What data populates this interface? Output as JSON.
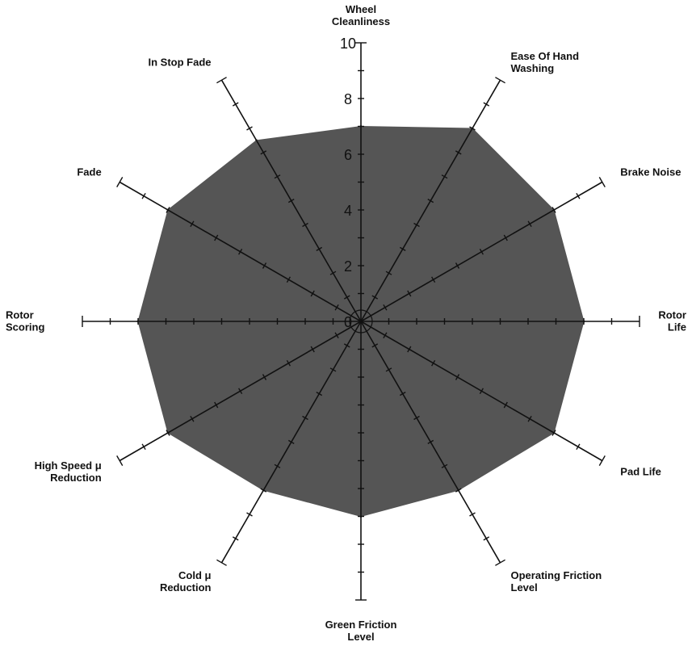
{
  "chart_data": {
    "type": "radar",
    "title": "",
    "axes": [
      {
        "label_lines": [
          "Wheel",
          "Cleanliness"
        ],
        "value": 7
      },
      {
        "label_lines": [
          "Ease Of Hand",
          "Washing"
        ],
        "value": 8
      },
      {
        "label_lines": [
          "Brake Noise"
        ],
        "value": 8
      },
      {
        "label_lines": [
          "Rotor",
          "Life"
        ],
        "value": 8
      },
      {
        "label_lines": [
          "Pad Life"
        ],
        "value": 8
      },
      {
        "label_lines": [
          "Operating Friction",
          "Level"
        ],
        "value": 7
      },
      {
        "label_lines": [
          "Green Friction",
          "Level"
        ],
        "value": 7
      },
      {
        "label_lines": [
          "Cold μ",
          "Reduction"
        ],
        "value": 7
      },
      {
        "label_lines": [
          "High Speed μ",
          "Reduction"
        ],
        "value": 8
      },
      {
        "label_lines": [
          "Rotor",
          "Scoring"
        ],
        "value": 8
      },
      {
        "label_lines": [
          "Fade"
        ],
        "value": 8
      },
      {
        "label_lines": [
          "In Stop Fade"
        ],
        "value": 7.5
      }
    ],
    "rlim": [
      0,
      10
    ],
    "tick_labels": [
      "0",
      "2",
      "4",
      "6",
      "8",
      "10"
    ],
    "fill_color": "#555555",
    "line_color": "#111111"
  }
}
